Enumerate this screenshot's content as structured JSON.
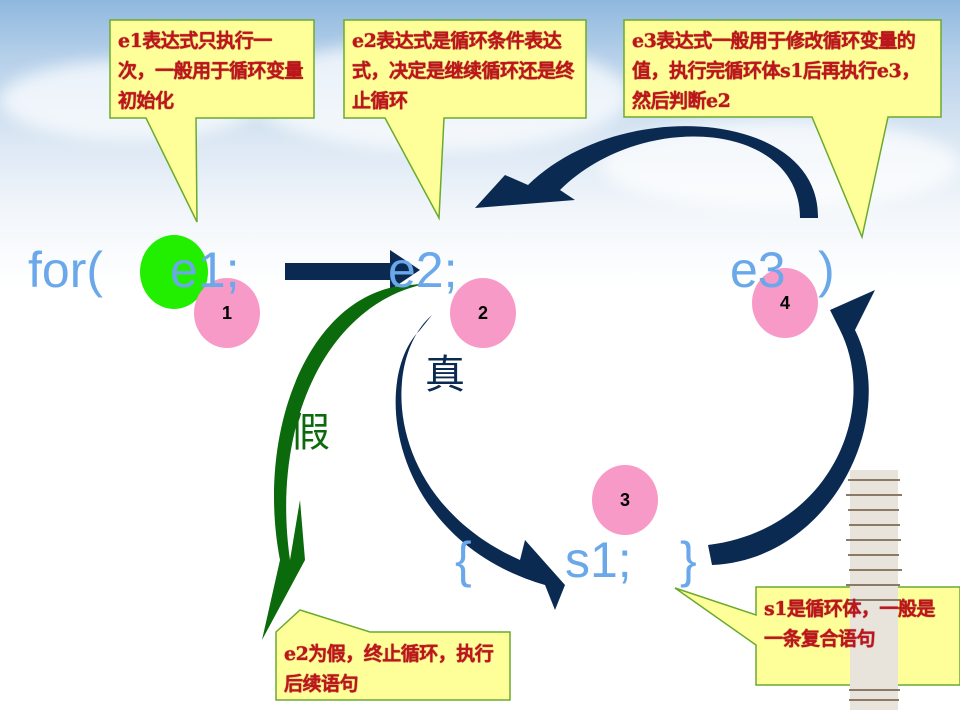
{
  "callouts": {
    "e1": "e1表达式只执行一次，一般用于循环变量初始化",
    "e2": "e2表达式是循环条件表达式，决定是继续循环还是终止循环",
    "e3": "e3表达式一般用于修改循环变量的值，执行完循环体s1后再执行e3，然后判断e2",
    "false_branch": "e2为假，终止循环，执行后续语句",
    "s1": "s1是循环体，一般是一条复合语句"
  },
  "code": {
    "for": "for(",
    "e1": "e1;",
    "e2": "e2;",
    "e3": "e3",
    "close_paren": ")",
    "open_brace": "{",
    "s1": "s1;",
    "close_brace": "}"
  },
  "steps": [
    "1",
    "2",
    "3",
    "4"
  ],
  "labels": {
    "true": "真",
    "false": "假"
  },
  "colors": {
    "arrow": "#0b2a52",
    "false_arrow": "#0b6a0b",
    "callout_bg": "#ffff99",
    "step_circle": "#f79ac8",
    "code": "#6aa8ea",
    "marker": "#22ee00"
  }
}
